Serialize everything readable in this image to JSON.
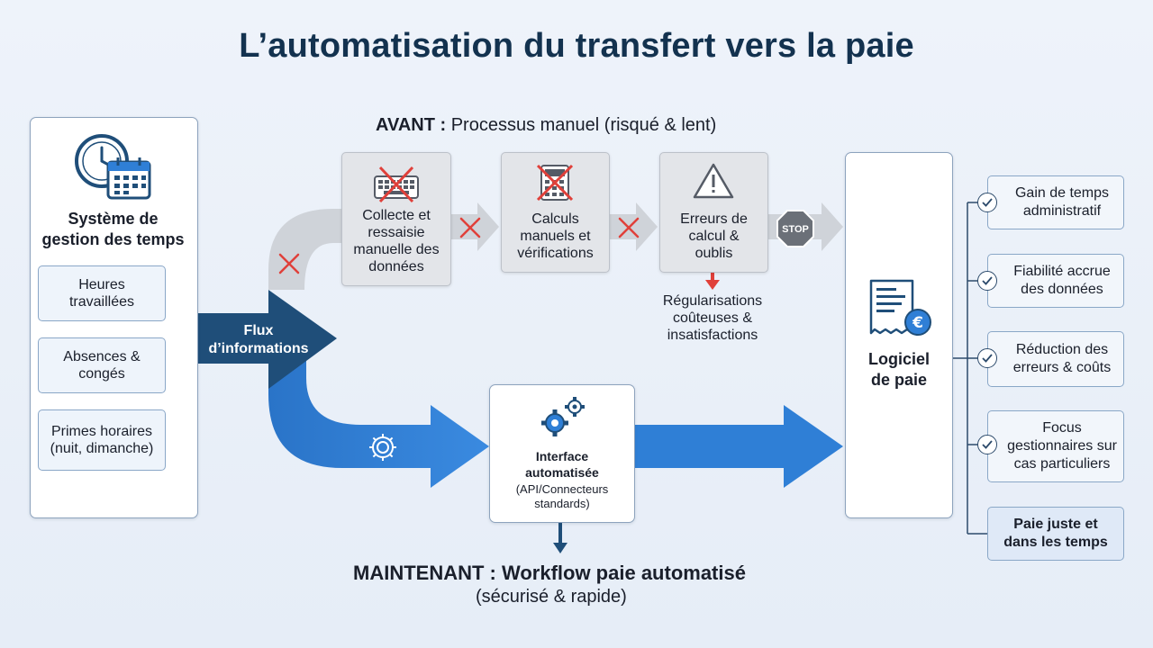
{
  "title": "L’automatisation du transfert vers la paie",
  "source": {
    "title_line1": "Système de",
    "title_line2": "gestion des temps",
    "items": [
      {
        "line1": "Heures",
        "line2": "travaillées"
      },
      {
        "line1": "Absences &",
        "line2": "congés"
      },
      {
        "line1": "Primes horaires",
        "line2": "(nuit, dimanche)"
      }
    ]
  },
  "flux": {
    "line1": "Flux",
    "line2": "d’informations"
  },
  "avant": {
    "prefix": "AVANT :",
    "text": "Processus manuel (risqué & lent)",
    "steps": [
      {
        "lines": [
          "Collecte et",
          "ressaisie",
          "manuelle des",
          "données"
        ]
      },
      {
        "lines": [
          "Calculs",
          "manuels et",
          "vérifications"
        ]
      },
      {
        "lines": [
          "Erreurs de",
          "calcul &",
          "oublis"
        ]
      }
    ],
    "stop_label": "STOP",
    "consequence": [
      "Régularisations",
      "coûteuses &",
      "insatisfactions"
    ]
  },
  "interface": {
    "title_line1": "Interface",
    "title_line2": "automatisée",
    "sub_line1": "(API/Connecteurs",
    "sub_line2": "standards)"
  },
  "maintenant": {
    "title": "MAINTENANT : Workflow paie automatisé",
    "subtitle": "(sécurisé & rapide)"
  },
  "paie": {
    "line1": "Logiciel",
    "line2": "de paie"
  },
  "benefits": [
    {
      "lines": [
        "Gain de temps",
        "administratif"
      ]
    },
    {
      "lines": [
        "Fiabilité accrue",
        "des données"
      ]
    },
    {
      "lines": [
        "Réduction des",
        "erreurs & coûts"
      ]
    },
    {
      "lines": [
        "Focus",
        "gestionnaires sur",
        "cas particuliers"
      ]
    },
    {
      "lines": [
        "Paie juste et",
        "dans les temps"
      ]
    }
  ],
  "colors": {
    "navy": "#1f4e79",
    "blue": "#2f7fd6",
    "grey_arrow": "#cfd3d9",
    "red": "#e0403a"
  }
}
